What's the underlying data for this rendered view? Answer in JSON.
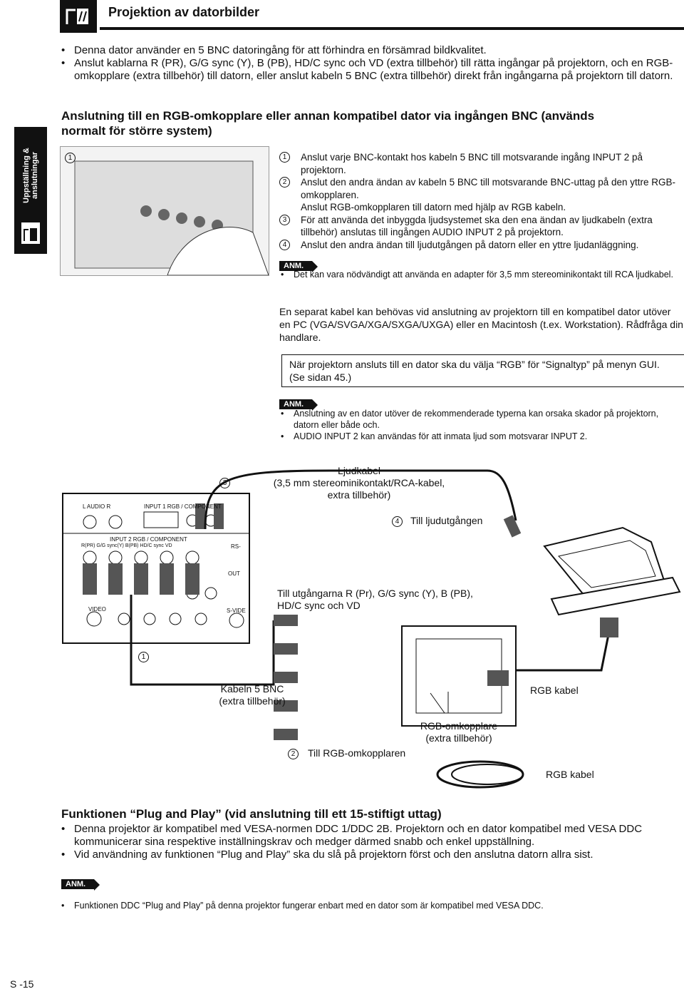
{
  "header": {
    "title": "Projektion av datorbilder"
  },
  "side_tab": {
    "label": "Uppställning & anslutningar"
  },
  "intro_bullets": [
    "Denna dator använder en 5 BNC datoringång för att förhindra en försämrad bildkvalitet.",
    "Anslut kablarna R (PR), G/G sync (Y), B (PB), HD/C sync och VD (extra tillbehör) till rätta ingångar på projektorn, och en RGB-omkopplare (extra tillbehör) till datorn, eller anslut kabeln 5 BNC (extra tillbehör) direkt från ingångarna på projektorn till datorn."
  ],
  "section_heading": "Anslutning till en RGB-omkopplare eller annan kompatibel dator via ingången BNC (används normalt för större system)",
  "photo_marker": "1",
  "steps": [
    {
      "num": "1",
      "text": "Anslut varje BNC-kontakt hos kabeln 5 BNC till motsvarande ingång INPUT 2 på projektorn."
    },
    {
      "num": "2",
      "text": "Anslut den andra ändan av kabeln 5 BNC till motsvarande BNC-uttag på den yttre RGB-omkopplaren."
    },
    {
      "num": "",
      "text": "Anslut RGB-omkopplaren till datorn med hjälp av RGB kabeln."
    },
    {
      "num": "3",
      "text": "För att använda det inbyggda ljudsystemet ska den ena ändan av ljudkabeln (extra tillbehör) anslutas till ingången AUDIO INPUT 2 på projektorn."
    },
    {
      "num": "4",
      "text": "Anslut den andra ändan till ljudutgången på datorn eller en yttre ljudanläggning."
    }
  ],
  "anm_label": "ANM.",
  "note1": "Det kan vara nödvändigt att använda en adapter för 3,5 mm stereominikontakt till RCA ljudkabel.",
  "separate_cable_text": "En separat kabel kan behövas vid anslutning av projektorn till en kompatibel dator utöver en PC (VGA/SVGA/XGA/SXGA/UXGA) eller en Macintosh (t.ex. Workstation). Rådfråga din handlare.",
  "boxed_text": "När projektorn ansluts till en dator ska du välja “RGB” för “Signaltyp” på menyn GUI. (Se sidan 45.)",
  "notes2": [
    "Anslutning av en dator utöver de rekommenderade typerna kan orsaka skador på projektorn, datorn eller både och.",
    "AUDIO INPUT 2 kan användas för att inmata ljud som motsvarar INPUT 2."
  ],
  "diagram": {
    "marker3": "3",
    "audio_cable": "Ljudkabel\n(3,5 mm stereominikontakt/RCA-kabel,\nextra tillbehör)",
    "marker4": "4",
    "to_audio_out": "Till ljudutgången",
    "to_outputs": "Till utgångarna R (Pr), G/G sync (Y), B (PB), HD/C sync och VD",
    "marker1": "1",
    "bnc_cable": "Kabeln 5 BNC\n(extra tillbehör)",
    "rgb_cable1": "RGB kabel",
    "rgb_switch": "RGB-omkopplare\n(extra tillbehör)",
    "marker2": "2",
    "to_rgb_switch": "Till RGB-omkopplaren",
    "rgb_cable2": "RGB kabel",
    "panel_labels": {
      "audio": "L   AUDIO   R",
      "input1": "INPUT 1   RGB / COMPONENT",
      "input2": "INPUT 2   RGB / COMPONENT",
      "bnc_row": "R(PR)  G/G sync(Y)  B(PB)  HD/C sync  VD",
      "rs": "RS-",
      "out": "OUT",
      "video": "VIDEO",
      "svideo": "S-VIDE"
    }
  },
  "plug_play": {
    "heading": "Funktionen “Plug and Play” (vid anslutning till ett 15-stiftigt uttag)",
    "bullets": [
      "Denna projektor är kompatibel med VESA-normen DDC 1/DDC 2B. Projektorn och en dator kompatibel med VESA DDC kommunicerar sina respektive inställningskrav och medger därmed snabb och enkel uppställning.",
      "Vid användning av funktionen “Plug and Play” ska du slå på projektorn först och den anslutna datorn allra sist."
    ],
    "note": "Funktionen DDC “Plug and Play” på denna projektor fungerar enbart med en dator som är kompatibel med VESA DDC."
  },
  "page_number": "S -15"
}
